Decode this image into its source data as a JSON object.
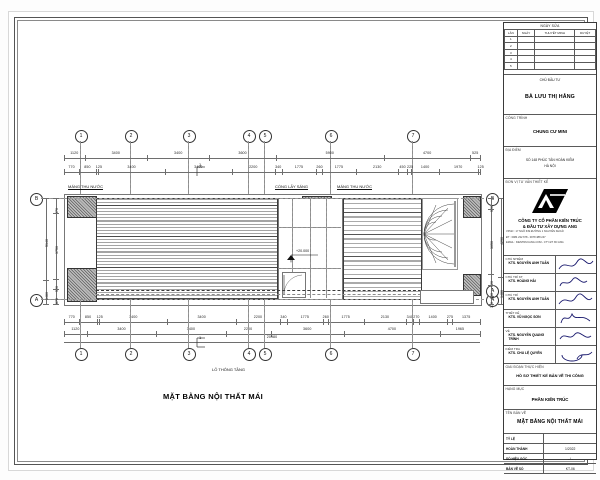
{
  "drawing": {
    "plan_title": "MẶT BẰNG NỘI THẤT MÁI",
    "level_marker": "+20.000",
    "section_mark": "1",
    "top_labels": [
      {
        "text": "MÁNG THU NƯỚC"
      },
      {
        "text": "CỔNG LẤY SÁNG"
      },
      {
        "text": "MÁNG THU NƯỚC"
      }
    ],
    "bottom_labels": [
      {
        "text": "LỖ THÔNG TẦNG"
      }
    ],
    "grid_numbers": [
      "1",
      "2",
      "3",
      "4",
      "5",
      "6",
      "7"
    ],
    "grid_letters": [
      "A",
      "B"
    ],
    "top_dim_outer": [
      "1120",
      "3400",
      "3400",
      "3600",
      "5900",
      "4700",
      "525"
    ],
    "top_dim_inner": [
      "770",
      "850",
      "125",
      "3400",
      "3400",
      "2200",
      "340",
      "1775",
      "260",
      "1775",
      "2130",
      "450",
      "225",
      "1400",
      "1970",
      "125"
    ],
    "bottom_dim_inner": [
      "770",
      "850",
      "125",
      "3400",
      "3400",
      "2200",
      "340",
      "1775",
      "260",
      "1775",
      "2130",
      "340",
      "270",
      "1400",
      "275",
      "1375"
    ],
    "bottom_dim_outer": [
      "1120",
      "3400",
      "3400",
      "2200",
      "3600",
      "4700",
      "1965"
    ],
    "overall_dim": "20980",
    "left_dim_outer": [
      "5140",
      "1480"
    ],
    "left_dim_inner": [
      "870",
      "3750",
      "520",
      "870"
    ],
    "right_dim_inner": [
      "520",
      "3050",
      "520",
      "530",
      "370"
    ],
    "right_dim_outer": [
      "4290",
      "1480"
    ]
  },
  "title_block": {
    "revision": {
      "header": "NGÀY SỬA",
      "columns": [
        "LẦN",
        "NGÀY",
        "THUYẾT MINH",
        "DUYỆT"
      ],
      "rows": [
        "1",
        "2",
        "3",
        "4",
        "5"
      ]
    },
    "investor": {
      "caption": "CHỦ ĐẦU TƯ",
      "name": "BÀ LƯU THỊ HẰNG"
    },
    "project": {
      "caption": "CÔNG TRÌNH",
      "name": "CHUNG CƯ MINI"
    },
    "location": {
      "caption": "ĐỊA ĐIỂM",
      "line1": "SỐ 148 PHÚC TÂN HOÀN KIẾM",
      "line2": "HÀ NỘI"
    },
    "designer": {
      "caption": "ĐƠN VỊ TƯ VẤN THIẾT KẾ",
      "company_line1": "CÔNG TY CỔ PHẦN KIẾN TRÚC",
      "company_line2": "& ĐẦU TƯ XÂY DỰNG ANG",
      "contact": [
        "VPGD : 17 NGÕ 639 ĐƯỜNG 1 NGUYỄN KHOÁI",
        "ĐT : 0984 232 678 - 0978 488 247",
        "EMAIL : KIENTRUCANG.COM - CTY ĐT XD ANG"
      ]
    },
    "signatures": [
      {
        "role": "CHỦ NHIỆM",
        "name": "KTS. NGUYỄN ANH TUẤN"
      },
      {
        "role": "CHỦ TRÌ KT",
        "name": "KTS. HOÀNG HẢI"
      },
      {
        "role": "CHỦ TRÌ",
        "name": "KTS. NGUYỄN ANH TUẤN"
      },
      {
        "role": "THIẾT KẾ",
        "name": "KTS. VŨ NGỌC SƠN"
      },
      {
        "role": "VẼ",
        "name": "KTS. NGUYỄN QUANG TRÌNH"
      },
      {
        "role": "KIỂM TRA",
        "name": "KTS. CHU LỆ QUYÊN"
      }
    ],
    "stage": {
      "caption": "GIAI ĐOẠN THỰC HIỆN",
      "value": "HỒ SƠ THIẾT KẾ BẢN VẼ THI CÔNG"
    },
    "discipline": {
      "caption": "HẠNG MỤC",
      "value": "PHẦN KIẾN TRÚC"
    },
    "sheet_name": {
      "caption": "TÊN BẢN VẼ",
      "value": "MẶT BẰNG NỘI THẤT MÁI"
    },
    "meta": [
      {
        "label": "TỶ LỆ",
        "value": ""
      },
      {
        "label": "HOÀN THÀNH",
        "value": "1/2022"
      },
      {
        "label": "SỐ HIỆU GỐC",
        "value": "- / -"
      },
      {
        "label": "BẢN VẼ SỐ",
        "value": "KT-06"
      }
    ]
  },
  "colors": {
    "ink": "#111111",
    "border": "#3a3a3a",
    "hatch": "#4a4a4a",
    "logo": "#000000"
  }
}
